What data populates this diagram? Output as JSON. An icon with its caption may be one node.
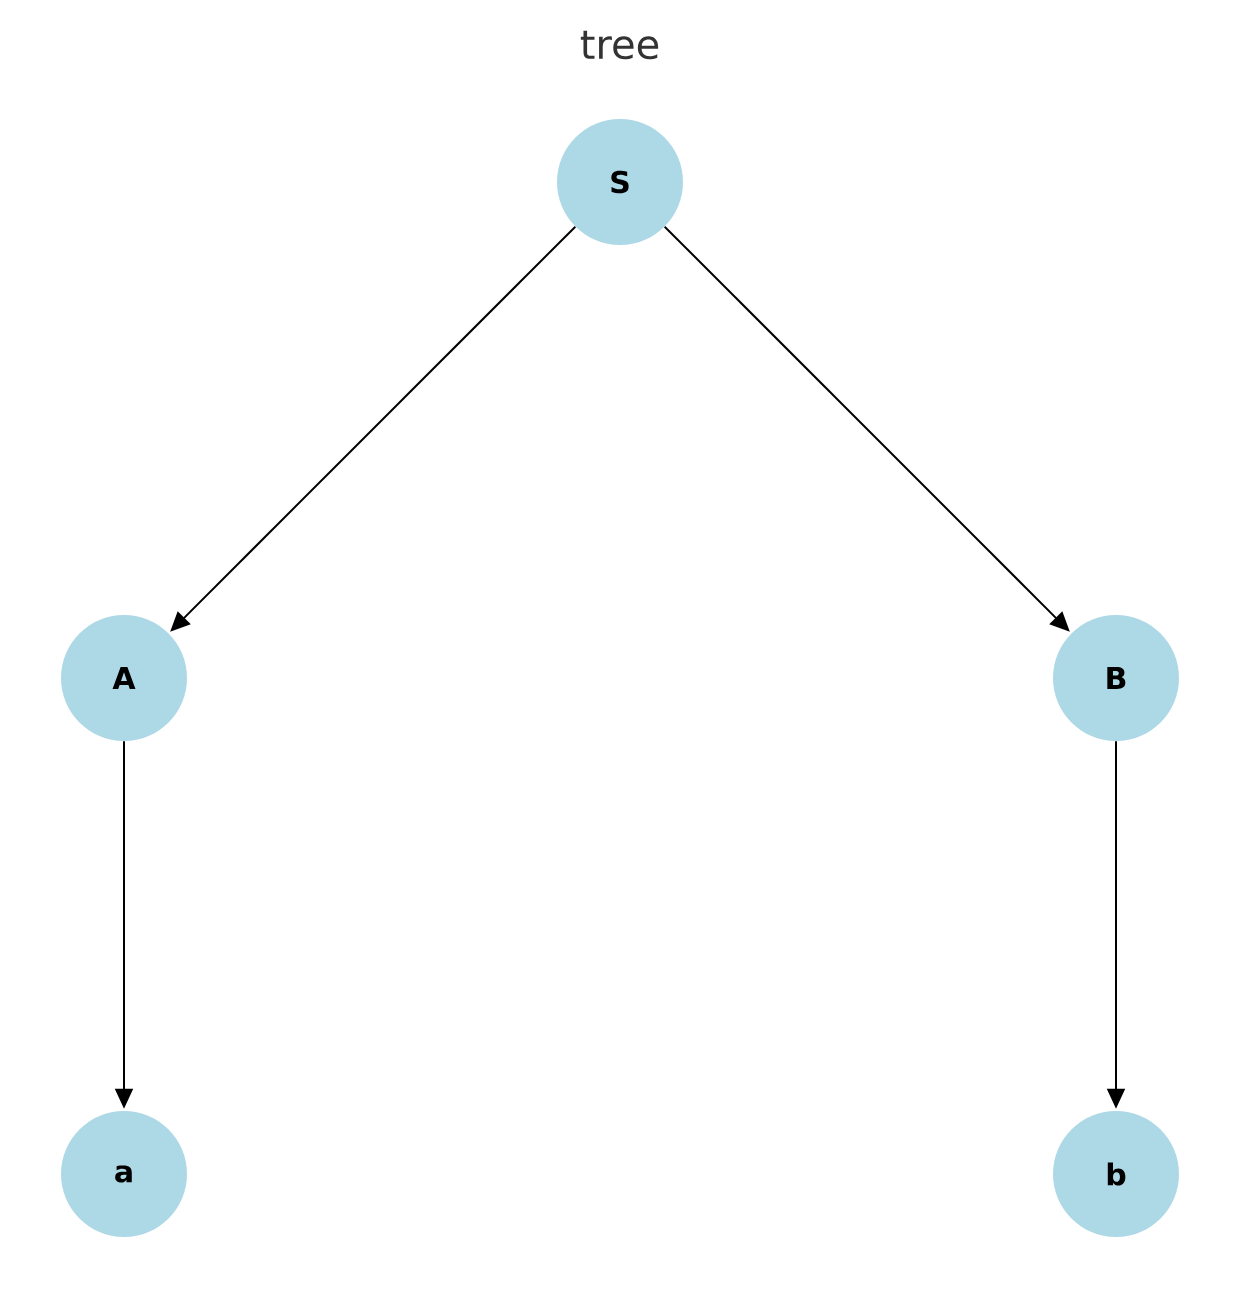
{
  "diagram": {
    "title": "tree",
    "nodes": [
      {
        "text": [
          "S"
        ]
      },
      {
        "text": [
          "A"
        ]
      },
      {
        "text": [
          "B"
        ]
      },
      {
        "text": [
          "a"
        ]
      },
      {
        "text": [
          "b"
        ]
      }
    ],
    "edges": [
      {
        "from": 0,
        "to": 1,
        "arrow": "to"
      },
      {
        "from": 0,
        "to": 2,
        "arrow": "to"
      },
      {
        "from": 1,
        "to": 3,
        "arrow": "to"
      },
      {
        "from": 2,
        "to": 4,
        "arrow": "to"
      }
    ]
  }
}
